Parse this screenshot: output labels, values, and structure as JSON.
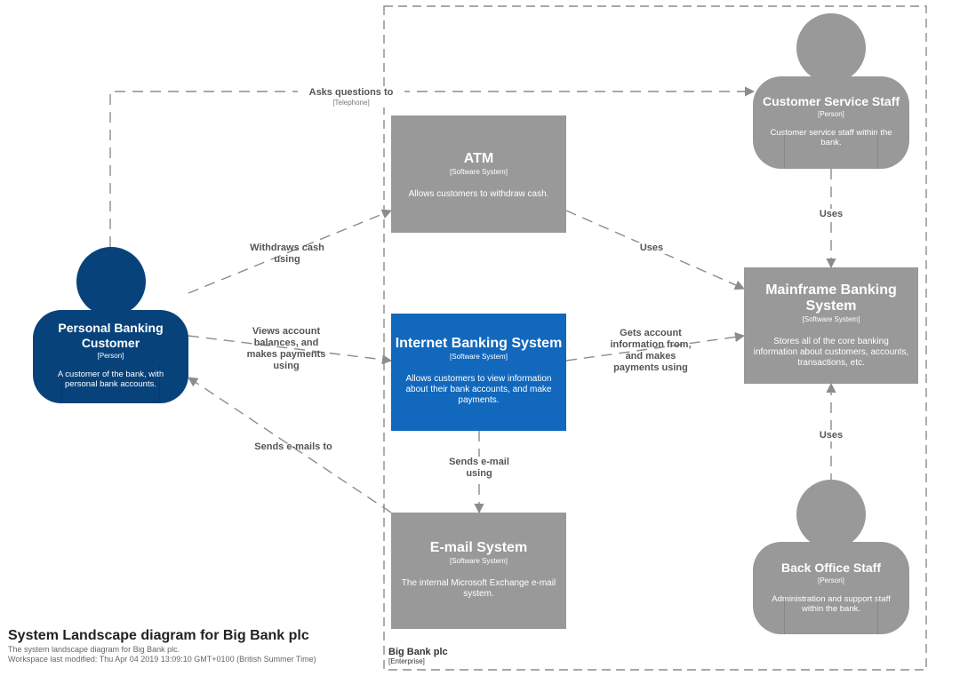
{
  "title": "System Landscape diagram for Big Bank plc",
  "subtitle": "The system landscape diagram for Big Bank plc.",
  "modified": "Workspace last modified: Thu Apr 04 2019 13:09:10 GMT+0100 (British Summer Time)",
  "enterprise": {
    "name": "Big Bank plc",
    "type": "[Enterprise]"
  },
  "elements": {
    "customer": {
      "name": "Personal Banking Customer",
      "type": "[Person]",
      "description": "A customer of the bank, with personal bank accounts.",
      "color": "#08427b"
    },
    "atm": {
      "name": "ATM",
      "type": "[Software System]",
      "description": "Allows customers to withdraw cash.",
      "color": "#999999"
    },
    "ibs": {
      "name": "Internet Banking System",
      "type": "[Software System]",
      "description": "Allows customers to view information about their bank accounts, and make payments.",
      "color": "#1168bd"
    },
    "email": {
      "name": "E-mail System",
      "type": "[Software System]",
      "description": "The internal Microsoft Exchange e-mail system.",
      "color": "#999999"
    },
    "css": {
      "name": "Customer Service Staff",
      "type": "[Person]",
      "description": "Customer service staff within the bank.",
      "color": "#999999"
    },
    "mainframe": {
      "name": "Mainframe Banking System",
      "type": "[Software System]",
      "description": "Stores all of the core banking information about customers, accounts, transactions, etc.",
      "color": "#999999"
    },
    "backoffice": {
      "name": "Back Office Staff",
      "type": "[Person]",
      "description": "Administration and support staff within the bank.",
      "color": "#999999"
    }
  },
  "relationships": {
    "asks": {
      "label": "Asks questions to",
      "tech": "[Telephone]"
    },
    "withdraws": {
      "label": "Withdraws cash using"
    },
    "views": {
      "label": "Views account balances, and makes payments using"
    },
    "sendsTo": {
      "label": "Sends e-mails to"
    },
    "atmUses": {
      "label": "Uses"
    },
    "cssUses": {
      "label": "Uses"
    },
    "gets": {
      "label": "Gets account information from, and makes payments using"
    },
    "sendsUsing": {
      "label": "Sends e-mail using"
    },
    "boUses": {
      "label": "Uses"
    }
  }
}
